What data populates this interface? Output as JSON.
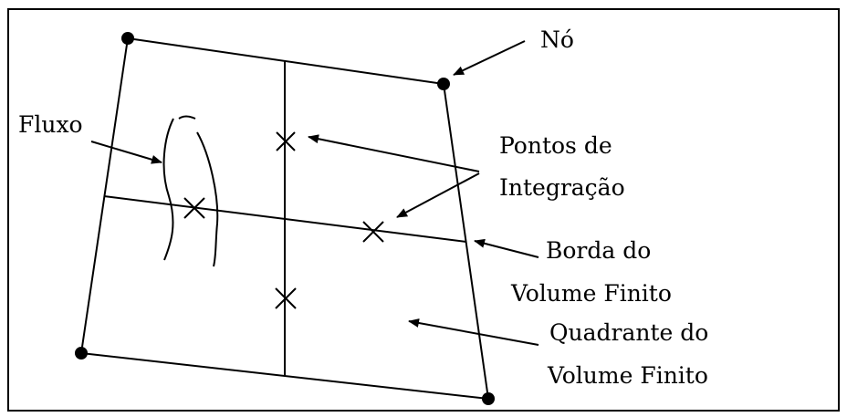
{
  "labels": {
    "no": "Nó",
    "fluxo": "Fluxo",
    "pontos_line1": "Pontos de",
    "pontos_line2": "Integração",
    "borda_line1": "Borda do",
    "borda_line2": "Volume Finito",
    "quadrante_line1": "Quadrante do",
    "quadrante_line2": "Volume Finito"
  },
  "colors": {
    "ink": "#000000",
    "background": "#ffffff"
  }
}
